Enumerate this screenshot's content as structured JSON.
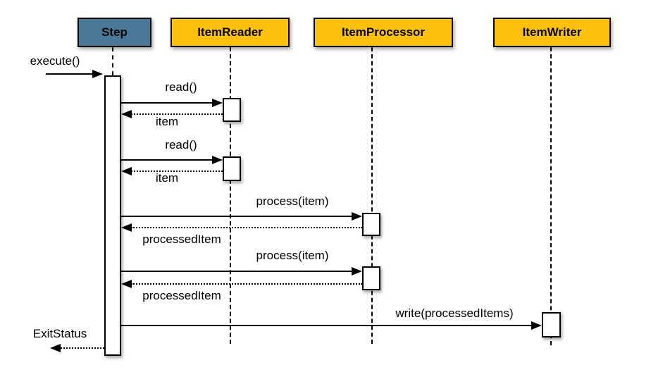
{
  "diagram": {
    "type": "uml-sequence-diagram",
    "actors": [
      {
        "label": "Step",
        "fill": "#4a7899"
      },
      {
        "label": "ItemReader",
        "fill": "#fcc00d"
      },
      {
        "label": "ItemProcessor",
        "fill": "#fcc00d"
      },
      {
        "label": "ItemWriter",
        "fill": "#fcc00d"
      }
    ],
    "messages": [
      {
        "label": "execute()",
        "type": "call",
        "from": "external",
        "to": "Step"
      },
      {
        "label": "read()",
        "type": "call",
        "from": "Step",
        "to": "ItemReader"
      },
      {
        "label": "item",
        "type": "return",
        "from": "ItemReader",
        "to": "Step"
      },
      {
        "label": "read()",
        "type": "call",
        "from": "Step",
        "to": "ItemReader"
      },
      {
        "label": "item",
        "type": "return",
        "from": "ItemReader",
        "to": "Step"
      },
      {
        "label": "process(item)",
        "type": "call",
        "from": "Step",
        "to": "ItemProcessor"
      },
      {
        "label": "processedItem",
        "type": "return",
        "from": "ItemProcessor",
        "to": "Step"
      },
      {
        "label": "process(item)",
        "type": "call",
        "from": "Step",
        "to": "ItemProcessor"
      },
      {
        "label": "processedItem",
        "type": "return",
        "from": "ItemProcessor",
        "to": "Step"
      },
      {
        "label": "write(processedItems)",
        "type": "call",
        "from": "Step",
        "to": "ItemWriter"
      },
      {
        "label": "ExitStatus",
        "type": "return",
        "from": "Step",
        "to": "external"
      }
    ],
    "colors": {
      "step_header": "#4a7899",
      "component_header": "#fcc00d",
      "line": "#000000",
      "background": "#ffffff"
    }
  }
}
